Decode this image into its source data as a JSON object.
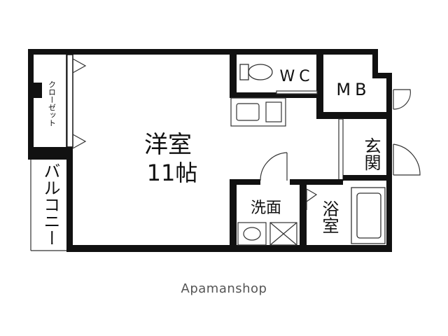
{
  "rooms": {
    "closet": "クローゼット",
    "balcony": "バルコニー",
    "western_room_line1": "洋室",
    "western_room_line2": "11帖",
    "wc": "WC",
    "mb": "MB",
    "entrance": "玄関",
    "washroom": "洗面",
    "bathroom": "浴室"
  },
  "watermark": "Apamanshop",
  "colors": {
    "wall": "#111111",
    "fixture_stroke": "#333333",
    "background": "#ffffff",
    "watermark": "#555555"
  }
}
